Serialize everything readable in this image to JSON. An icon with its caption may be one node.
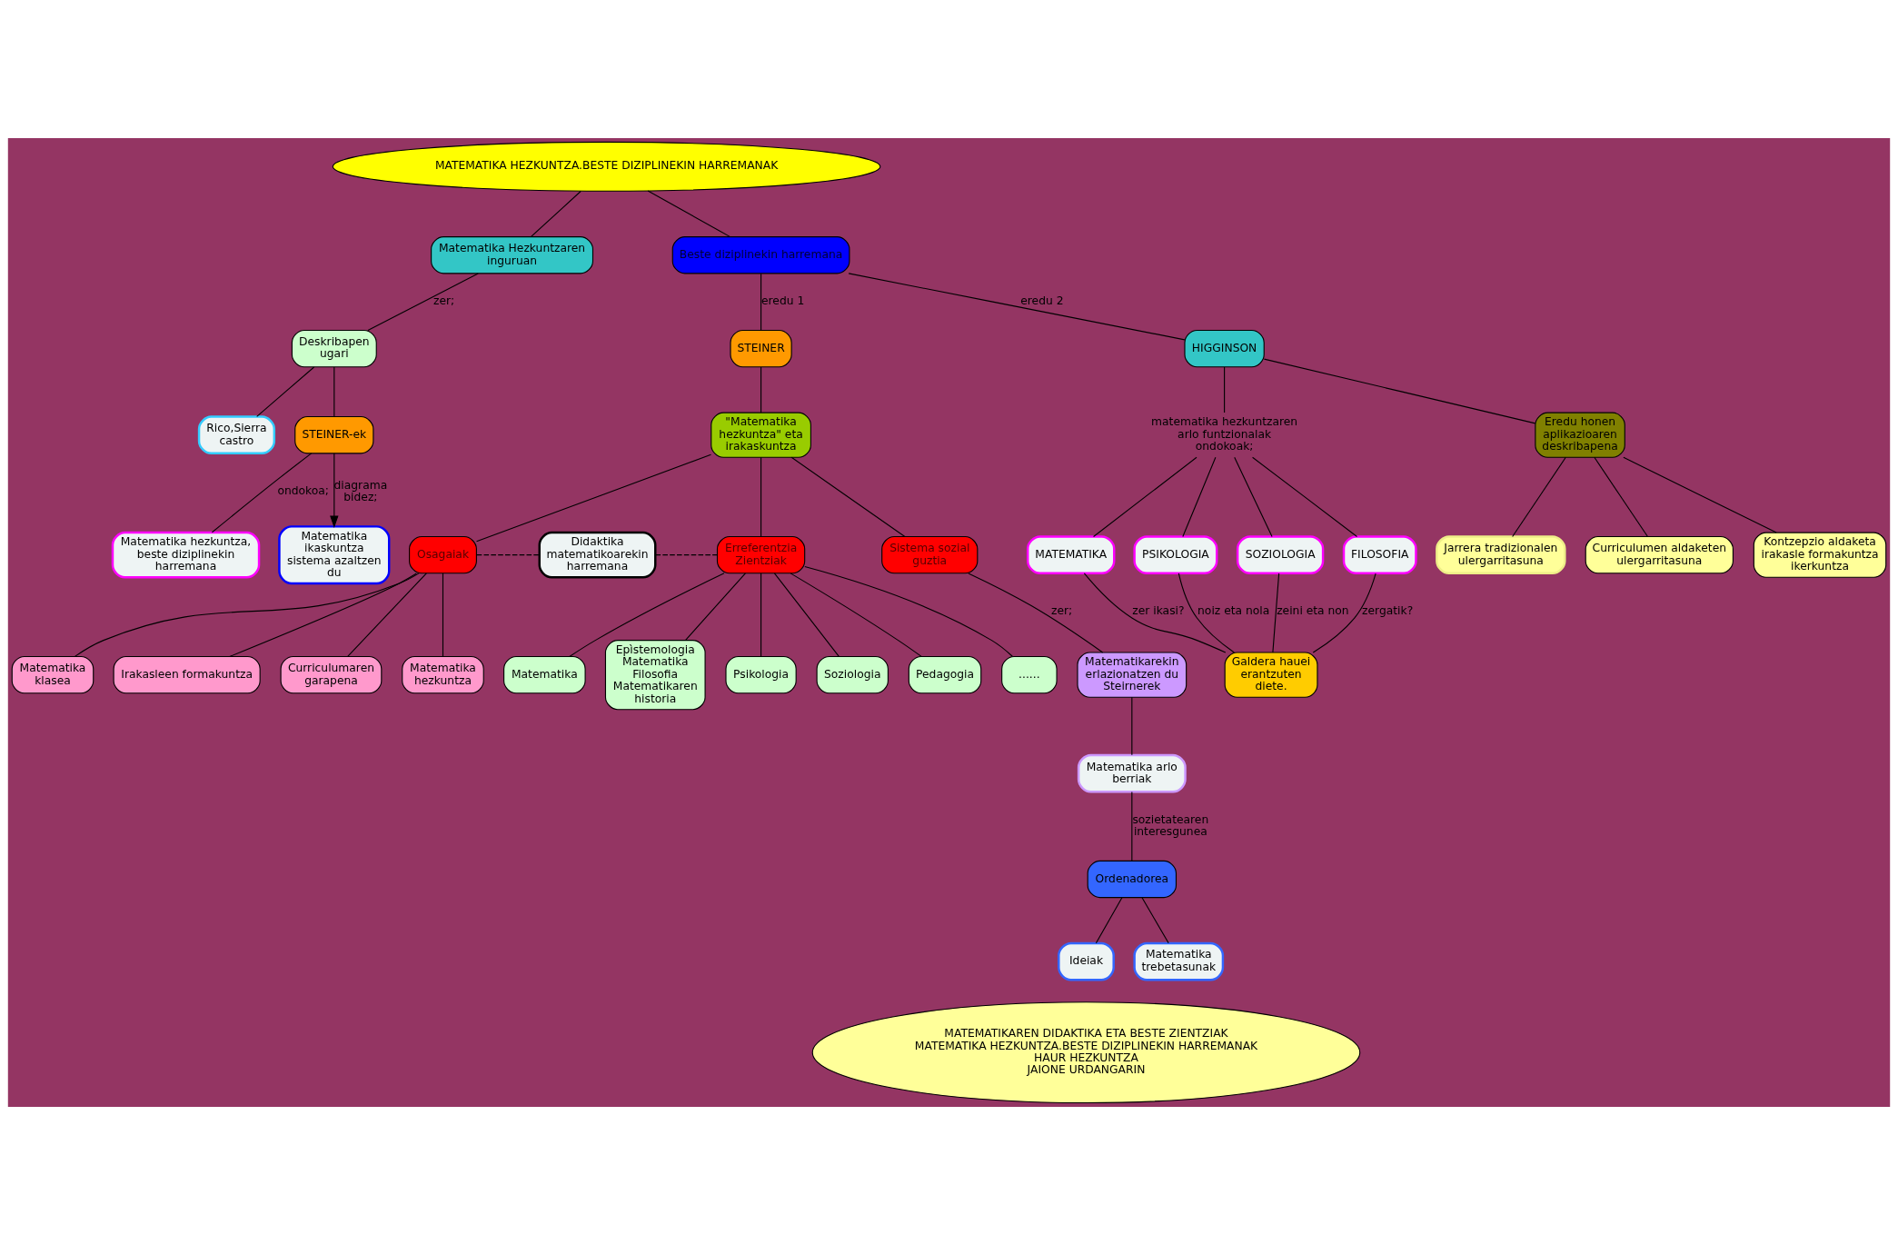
{
  "diagram": {
    "nodes": [
      {
        "text": [
          "MATEMATIKA HEZKUNTZA.BESTE DIZIPLINEKIN HARREMANAK"
        ]
      },
      {
        "text": [
          "Beste diziplinekin harremana"
        ]
      },
      {
        "text": [
          "Matematika Hezkuntzaren inguruan"
        ]
      },
      {
        "text": [
          "STEINER"
        ]
      },
      {
        "text": [
          "HIGGINSON"
        ]
      },
      {
        "text": [
          "Deskribapen ugari"
        ]
      },
      {
        "text": [
          "STEINER-ek"
        ]
      },
      {
        "text": [
          "Matematika ikaskuntza sistema azaltzen du"
        ]
      },
      {
        "text": [
          "Eredu honen aplikazioaren deskribapena"
        ]
      },
      {
        "text": [
          "matematika hezkuntzaren arlo funtzionalak ondokoak;"
        ]
      },
      {
        "text": [
          "Rico,Sierra castro"
        ]
      },
      {
        "text": [
          "\"Matematika hezkuntza\" eta irakaskuntza"
        ]
      },
      {
        "text": [
          "Matematika hezkuntza, beste diziplinekin harremana"
        ]
      },
      {
        "text": [
          "Jarrera tradizionalen ulergarritasuna"
        ]
      },
      {
        "text": [
          "Sistema sozial guztia"
        ]
      },
      {
        "text": [
          "MATEMATIKA"
        ]
      },
      {
        "text": [
          "PSIKOLOGIA"
        ]
      },
      {
        "text": [
          "SOZIOLOGIA"
        ]
      },
      {
        "text": [
          "FILOSOFIA"
        ]
      },
      {
        "text": [
          "Kontzepzio aldaketa irakasle formakuntza ikerkuntza"
        ]
      },
      {
        "text": [
          "Osagaiak"
        ]
      },
      {
        "text": [
          "Didaktika matematikoarekin harremana"
        ]
      },
      {
        "text": [
          "Erreferentzia Zientziak"
        ]
      },
      {
        "text": [
          "Matematikarekin erlazionatzen du Steirnerek"
        ]
      },
      {
        "text": [
          "......"
        ]
      },
      {
        "text": [
          "Matematika hezkuntza"
        ]
      },
      {
        "text": [
          "Curriculumen aldaketen ulergarritasuna"
        ]
      },
      {
        "text": [
          "Matematika klasea"
        ]
      },
      {
        "text": [
          "Pedagogia"
        ]
      },
      {
        "text": [
          "Galdera hauei erantzuten diete."
        ]
      },
      {
        "text": [
          "Matematika"
        ]
      },
      {
        "text": [
          "Matematika arlo berriak"
        ]
      },
      {
        "text": [
          "Curriculumaren garapena"
        ]
      },
      {
        "text": [
          "Soziologia"
        ]
      },
      {
        "text": [
          "Epìstemologia Matematika Filosofia Matematikaren historia"
        ]
      },
      {
        "text": [
          "Irakasleen formakuntza"
        ]
      },
      {
        "text": [
          "Psikologia"
        ]
      },
      {
        "text": [
          "Ordenadorea"
        ]
      },
      {
        "text": [
          "Ideiak"
        ]
      },
      {
        "text": [
          "Matematika trebetasunak"
        ]
      },
      {
        "text": [
          "MATEMATIKAREN DIDAKTIKA ETA BESTE ZIENTZIAK",
          "MATEMATIKA HEZKUNTZA.BESTE DIZIPLINEKIN HARREMANAK",
          "HAUR HEZKUNTZA",
          "JAIONE URDANGARIN"
        ]
      }
    ],
    "edges": [
      {
        "from": 0,
        "to": 2,
        "arrow": "none"
      },
      {
        "from": 0,
        "to": 1,
        "arrow": "none"
      },
      {
        "from": 2,
        "to": 5,
        "arrow": "none",
        "label": "zer;"
      },
      {
        "from": 1,
        "to": 3,
        "arrow": "none",
        "label": "eredu 1"
      },
      {
        "from": 1,
        "to": 4,
        "arrow": "none",
        "label": "eredu 2"
      },
      {
        "from": 5,
        "to": 10,
        "arrow": "none"
      },
      {
        "from": 5,
        "to": 6,
        "arrow": "none"
      },
      {
        "from": 6,
        "to": 12,
        "arrow": "none",
        "label": "ondokoa;"
      },
      {
        "from": 6,
        "to": 7,
        "arrow": "to",
        "label": "diagrama bidez;"
      },
      {
        "from": 3,
        "to": 11,
        "arrow": "none"
      },
      {
        "from": 4,
        "to": 9,
        "arrow": "none"
      },
      {
        "from": 4,
        "to": 8,
        "arrow": "none"
      },
      {
        "from": 9,
        "to": 15,
        "arrow": "none"
      },
      {
        "from": 9,
        "to": 16,
        "arrow": "none"
      },
      {
        "from": 9,
        "to": 17,
        "arrow": "none"
      },
      {
        "from": 9,
        "to": 18,
        "arrow": "none"
      },
      {
        "from": 8,
        "to": 13,
        "arrow": "none"
      },
      {
        "from": 8,
        "to": 26,
        "arrow": "none"
      },
      {
        "from": 8,
        "to": 19,
        "arrow": "none"
      },
      {
        "from": 11,
        "to": 20,
        "arrow": "none"
      },
      {
        "from": 11,
        "to": 22,
        "arrow": "none"
      },
      {
        "from": 11,
        "to": 14,
        "arrow": "none"
      },
      {
        "from": 20,
        "to": 21,
        "arrow": "none",
        "style": "dashed"
      },
      {
        "from": 21,
        "to": 22,
        "arrow": "none",
        "style": "dashed"
      },
      {
        "from": 20,
        "to": 27,
        "arrow": "none"
      },
      {
        "from": 20,
        "to": 35,
        "arrow": "none"
      },
      {
        "from": 20,
        "to": 32,
        "arrow": "none"
      },
      {
        "from": 20,
        "to": 25,
        "arrow": "none"
      },
      {
        "from": 22,
        "to": 30,
        "arrow": "none"
      },
      {
        "from": 22,
        "to": 34,
        "arrow": "none"
      },
      {
        "from": 22,
        "to": 36,
        "arrow": "none"
      },
      {
        "from": 22,
        "to": 33,
        "arrow": "none"
      },
      {
        "from": 22,
        "to": 28,
        "arrow": "none"
      },
      {
        "from": 22,
        "to": 24,
        "arrow": "none"
      },
      {
        "from": 14,
        "to": 23,
        "arrow": "none",
        "label": "zer;"
      },
      {
        "from": 23,
        "to": 31,
        "arrow": "none"
      },
      {
        "from": 31,
        "to": 37,
        "arrow": "none",
        "label": "sozietatearen interesgunea"
      },
      {
        "from": 37,
        "to": 38,
        "arrow": "none"
      },
      {
        "from": 37,
        "to": 39,
        "arrow": "none"
      },
      {
        "from": 15,
        "to": 29,
        "arrow": "none",
        "label": "zer ikasi?"
      },
      {
        "from": 16,
        "to": 29,
        "arrow": "none",
        "label": "noiz eta nola"
      },
      {
        "from": 17,
        "to": 29,
        "arrow": "none",
        "label": "zeini eta non"
      },
      {
        "from": 18,
        "to": 29,
        "arrow": "none",
        "label": "zergatik?"
      }
    ]
  }
}
